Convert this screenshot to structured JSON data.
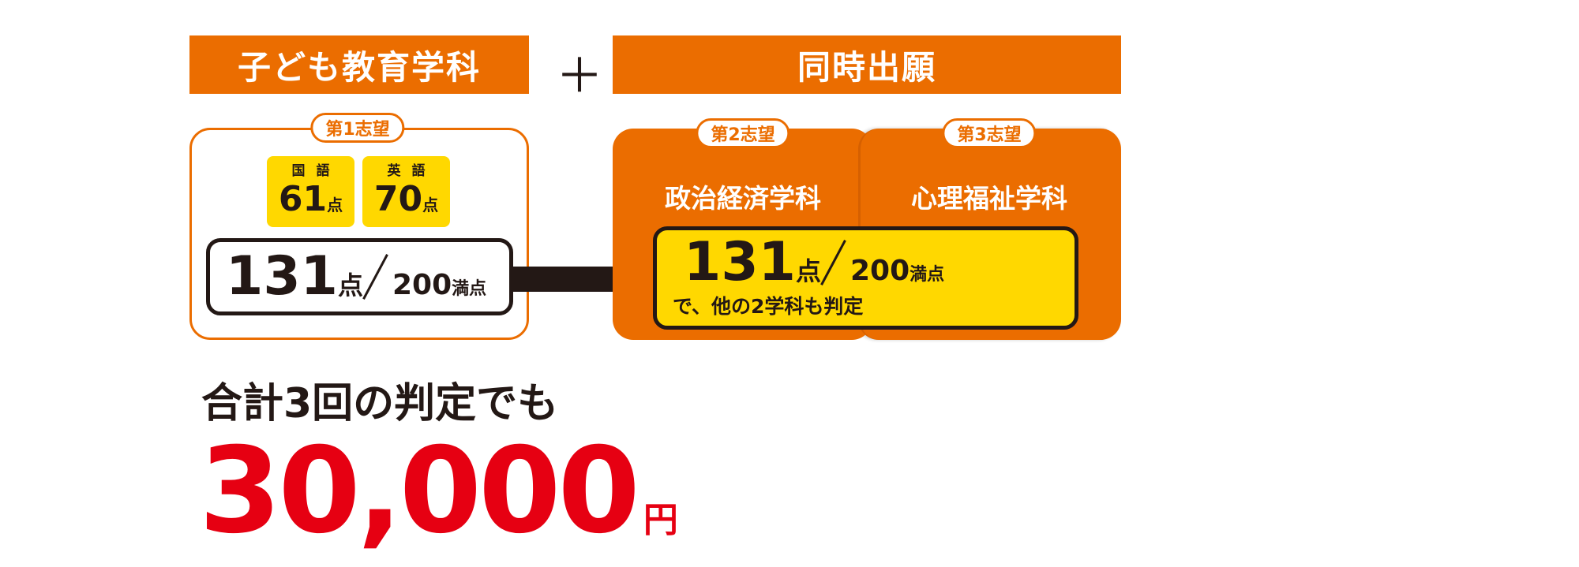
{
  "left_header": "子ども教育学科",
  "plus": "＋",
  "right_header": "同時出願",
  "first_choice": {
    "badge": "第1志望",
    "subjects": [
      {
        "name": "国語",
        "score": "61",
        "unit": "点"
      },
      {
        "name": "英語",
        "score": "70",
        "unit": "点"
      }
    ],
    "total": "131",
    "total_unit": "点",
    "max": "200",
    "max_unit": "満点"
  },
  "second_choice": {
    "badge": "第2志望",
    "department": "政治経済学科"
  },
  "third_choice": {
    "badge": "第3志望",
    "department": "心理福祉学科"
  },
  "combined": {
    "total": "131",
    "total_unit": "点",
    "max": "200",
    "max_unit": "満点",
    "note": "で、他の2学科も判定"
  },
  "summary": {
    "line": "合計3回の判定でも",
    "price": "30,000",
    "currency": "円"
  },
  "colors": {
    "orange": "#eb6d00",
    "yellow": "#ffd800",
    "red": "#e60012",
    "dark": "#231815"
  }
}
